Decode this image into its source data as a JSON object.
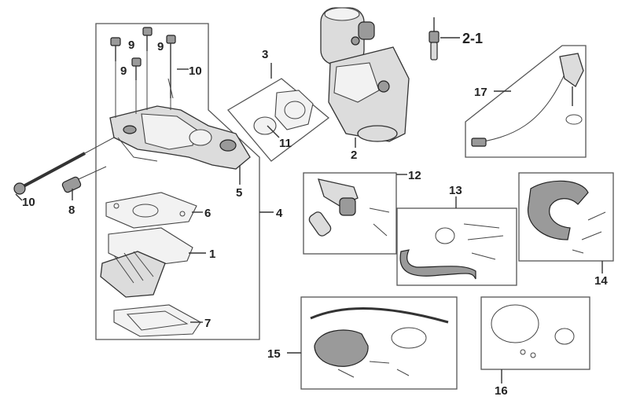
{
  "callouts": {
    "c1": "1",
    "c2": "2",
    "c2_1": "2-1",
    "c3": "3",
    "c4": "4",
    "c5": "5",
    "c6": "6",
    "c7": "7",
    "c8": "8",
    "c9a": "9",
    "c9b": "9",
    "c9c": "9",
    "c10a": "10",
    "c10b": "10",
    "c11": "11",
    "c12": "12",
    "c13": "13",
    "c14": "14",
    "c15": "15",
    "c16": "16",
    "c17": "17"
  }
}
